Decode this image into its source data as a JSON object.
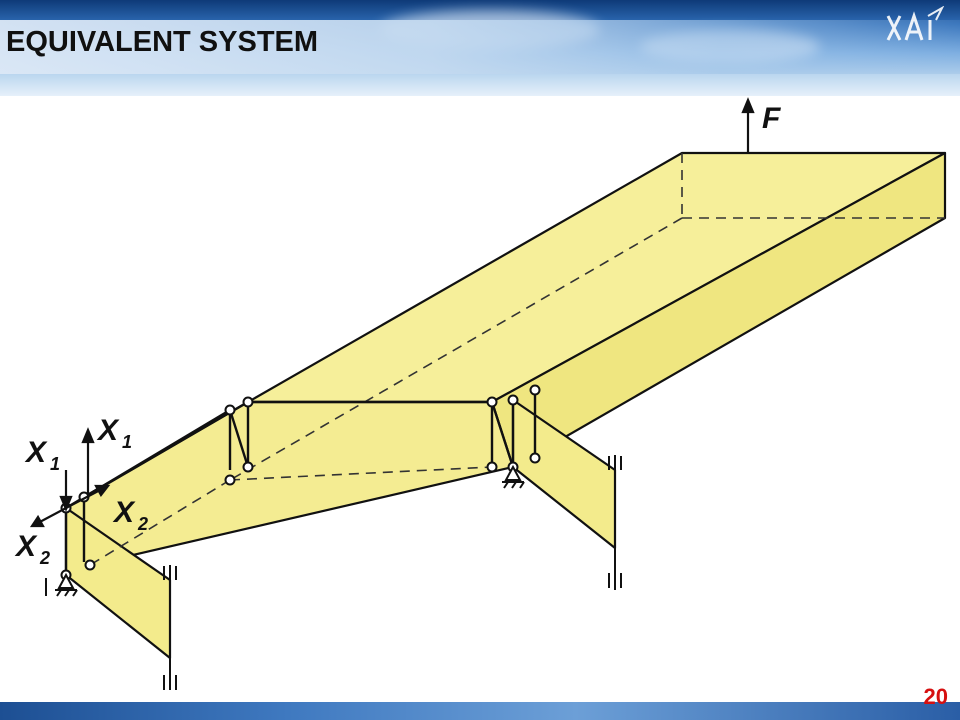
{
  "header": {
    "title": "EQUIVALENT SYSTEM",
    "logo_icon": "xai-university-logo"
  },
  "diagram": {
    "labels": {
      "force": "F",
      "x1": "X",
      "x1_sub": "1",
      "x2": "X",
      "x2_sub": "2"
    },
    "colors": {
      "fill": "#f6ef9a",
      "fill_side": "#efe680",
      "line": "#111111",
      "hinge": "#ffffff"
    }
  },
  "footer": {
    "page_number": "20",
    "page_number_color": "#d61010"
  }
}
